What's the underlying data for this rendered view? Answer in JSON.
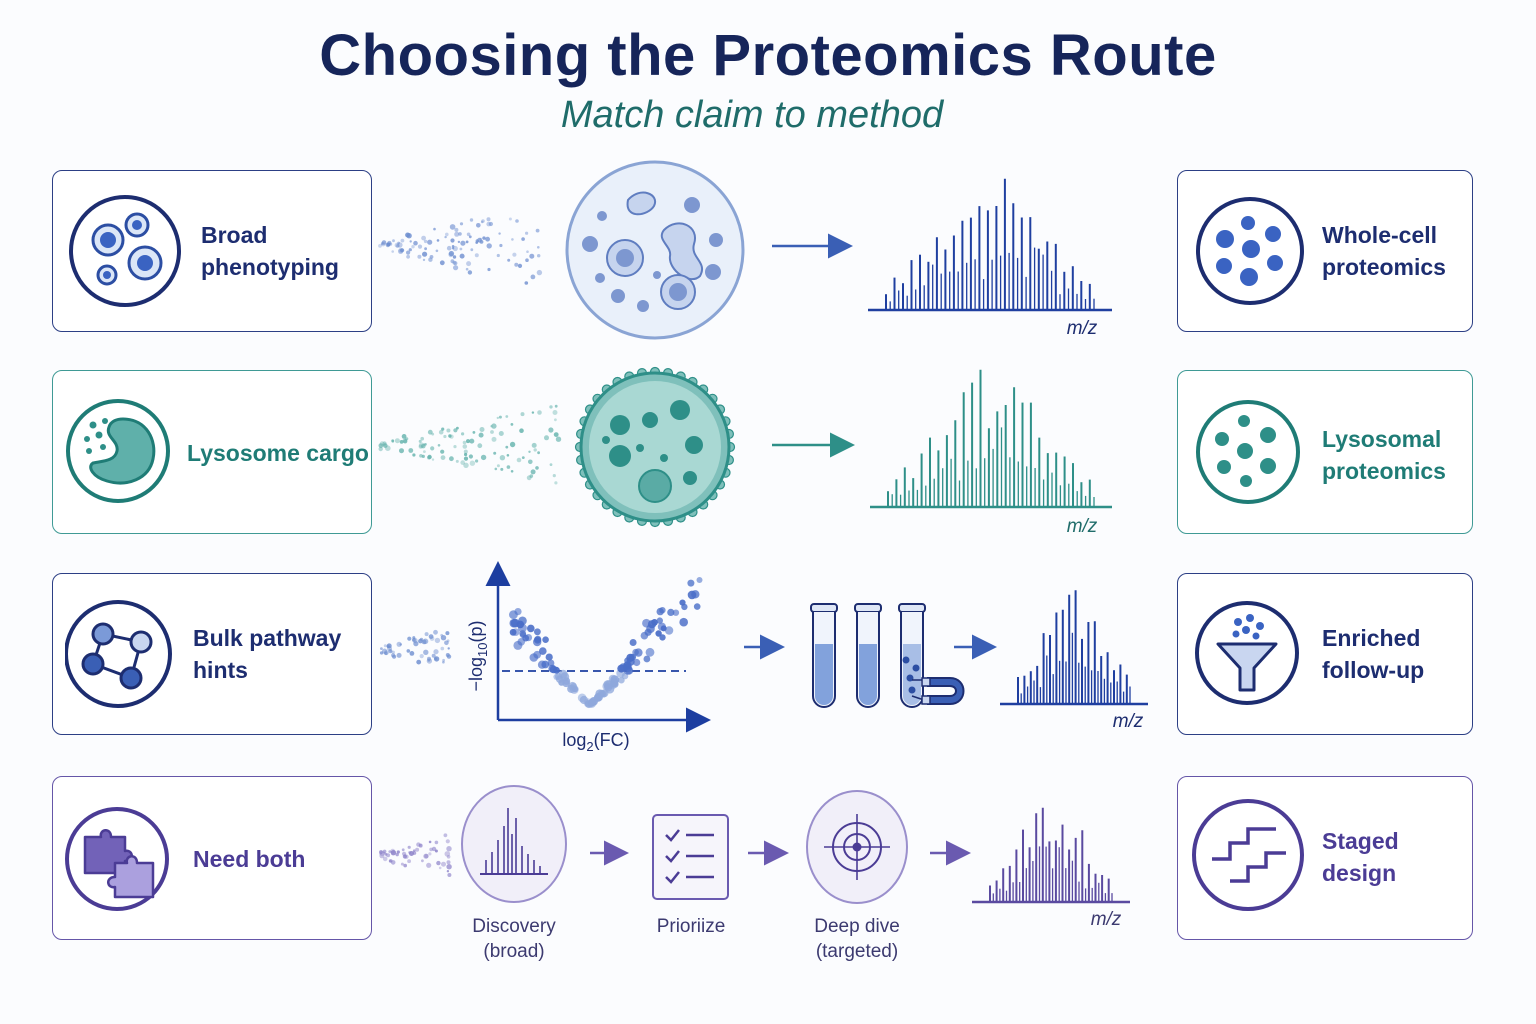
{
  "title": "Choosing the Proteomics Route",
  "subtitle": "Match claim to method",
  "rows": [
    {
      "claim": [
        "Broad",
        "phenotyping"
      ],
      "method": [
        "Whole-cell",
        "proteomics"
      ],
      "axis_label": "m/z"
    },
    {
      "claim": [
        "Lysosome cargo"
      ],
      "method": [
        "Lysosomal",
        "proteomics"
      ],
      "axis_label": "m/z"
    },
    {
      "claim": [
        "Bulk pathway",
        "hints"
      ],
      "method": [
        "Enriched",
        "follow-up"
      ],
      "axis_label": "m/z",
      "volcano": {
        "y_label": "−log",
        "y_sub": "10",
        "y_tail": "(p)",
        "x_label": "log",
        "x_sub": "2",
        "x_tail": "(FC)"
      }
    },
    {
      "claim": [
        "Need both"
      ],
      "method": [
        "Staged",
        "design"
      ],
      "axis_label": "m/z",
      "steps": [
        {
          "lines": [
            "Discovery",
            "(broad)"
          ]
        },
        {
          "lines": [
            "Prioriize"
          ]
        },
        {
          "lines": [
            "Deep dive",
            "(targeted)"
          ]
        }
      ]
    }
  ],
  "colors": {
    "navy": "#1d2d70",
    "blue": "#3a5fb5",
    "teal": "#2e8f88",
    "purple": "#5a4aa0"
  },
  "icons": [
    "cells-icon",
    "lysosome-icon",
    "network-icon",
    "puzzle-icon",
    "protein-dots-icon",
    "lysosomal-dots-icon",
    "funnel-icon",
    "stairs-icon"
  ]
}
